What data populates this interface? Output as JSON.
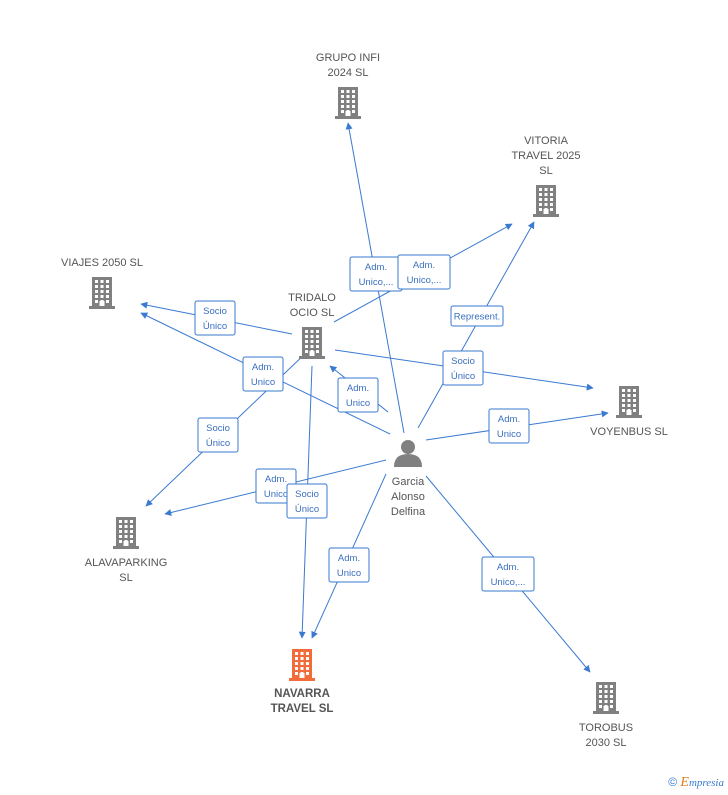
{
  "nodes": [
    {
      "id": "grupo-infi",
      "lines": [
        "GRUPO INFI",
        "2024  SL"
      ],
      "type": "company",
      "color": "#808080"
    },
    {
      "id": "vitoria-travel",
      "lines": [
        "VITORIA",
        "TRAVEL 2025",
        "SL"
      ],
      "type": "company",
      "color": "#808080"
    },
    {
      "id": "viajes-2050",
      "lines": [
        "VIAJES 2050  SL"
      ],
      "type": "company",
      "color": "#808080"
    },
    {
      "id": "tridalo-ocio",
      "lines": [
        "TRIDALO",
        "OCIO  SL"
      ],
      "type": "company",
      "color": "#808080"
    },
    {
      "id": "voyenbus",
      "lines": [
        "VOYENBUS SL"
      ],
      "type": "company",
      "color": "#808080"
    },
    {
      "id": "garcia",
      "lines": [
        "Garcia",
        "Alonso",
        "Delfina"
      ],
      "type": "person",
      "color": "#808080"
    },
    {
      "id": "alavaparking",
      "lines": [
        "ALAVAPARKING",
        "SL"
      ],
      "type": "company",
      "color": "#808080"
    },
    {
      "id": "navarra-travel",
      "lines": [
        "NAVARRA",
        "TRAVEL  SL"
      ],
      "type": "company",
      "color": "#f26b3a",
      "main": true
    },
    {
      "id": "torobus",
      "lines": [
        "TOROBUS",
        "2030  SL"
      ],
      "type": "company",
      "color": "#808080"
    }
  ],
  "edges": [
    {
      "from": "garcia",
      "to": "grupo-infi",
      "label": [
        "Adm.",
        "Unico,..."
      ]
    },
    {
      "from": "garcia",
      "to": "vitoria-travel",
      "label": [
        "Represent."
      ]
    },
    {
      "from": "tridalo-ocio",
      "to": "vitoria-travel",
      "label": [
        "Adm.",
        "Unico,..."
      ]
    },
    {
      "from": "tridalo-ocio",
      "to": "viajes-2050",
      "label": [
        "Socio",
        "Único"
      ]
    },
    {
      "from": "garcia",
      "to": "viajes-2050",
      "label": [
        "Adm.",
        "Unico"
      ]
    },
    {
      "from": "garcia",
      "to": "tridalo-ocio",
      "label": [
        "Adm.",
        "Unico"
      ]
    },
    {
      "from": "tridalo-ocio",
      "to": "voyenbus",
      "label": [
        "Socio",
        "Único"
      ]
    },
    {
      "from": "garcia",
      "to": "voyenbus",
      "label": [
        "Adm.",
        "Unico"
      ]
    },
    {
      "from": "tridalo-ocio",
      "to": "alavaparking",
      "label": [
        "Socio",
        "Único"
      ]
    },
    {
      "from": "garcia",
      "to": "alavaparking",
      "label": [
        "Adm.",
        "Unico"
      ]
    },
    {
      "from": "tridalo-ocio",
      "to": "navarra-travel",
      "label": [
        "Socio",
        "Único"
      ]
    },
    {
      "from": "garcia",
      "to": "navarra-travel",
      "label": [
        "Adm.",
        "Unico"
      ]
    },
    {
      "from": "garcia",
      "to": "torobus",
      "label": [
        "Adm.",
        "Unico,..."
      ]
    }
  ],
  "footer": {
    "symbol": "©",
    "brand": "E",
    "rest": "mpresia"
  }
}
